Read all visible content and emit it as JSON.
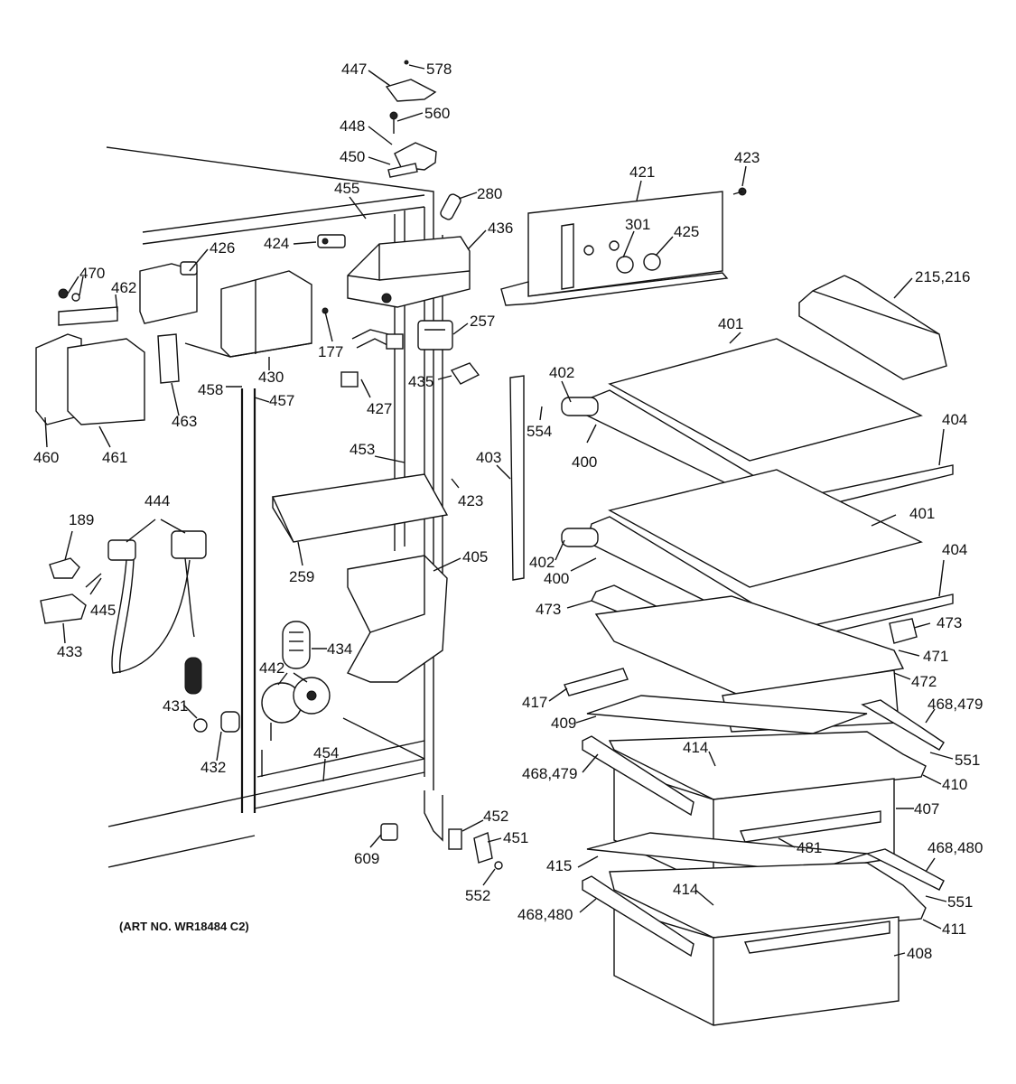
{
  "diagram": {
    "art_number": "(ART NO. WR18484 C2)",
    "callouts": [
      "447",
      "578",
      "448",
      "560",
      "450",
      "455",
      "280",
      "421",
      "423",
      "301",
      "425",
      "436",
      "424",
      "426",
      "470",
      "462",
      "177",
      "257",
      "215,216",
      "401",
      "430",
      "458",
      "457",
      "463",
      "460",
      "461",
      "427",
      "435",
      "402",
      "554",
      "453",
      "423",
      "403",
      "400",
      "404",
      "444",
      "189",
      "259",
      "405",
      "401",
      "445",
      "433",
      "434",
      "402",
      "400",
      "404",
      "473",
      "473",
      "471",
      "442",
      "431",
      "472",
      "417",
      "468,479",
      "409",
      "432",
      "414",
      "551",
      "454",
      "468,479",
      "410",
      "452",
      "407",
      "451",
      "609",
      "481",
      "552",
      "468,480",
      "415",
      "414",
      "551",
      "468,480",
      "411",
      "408"
    ]
  }
}
